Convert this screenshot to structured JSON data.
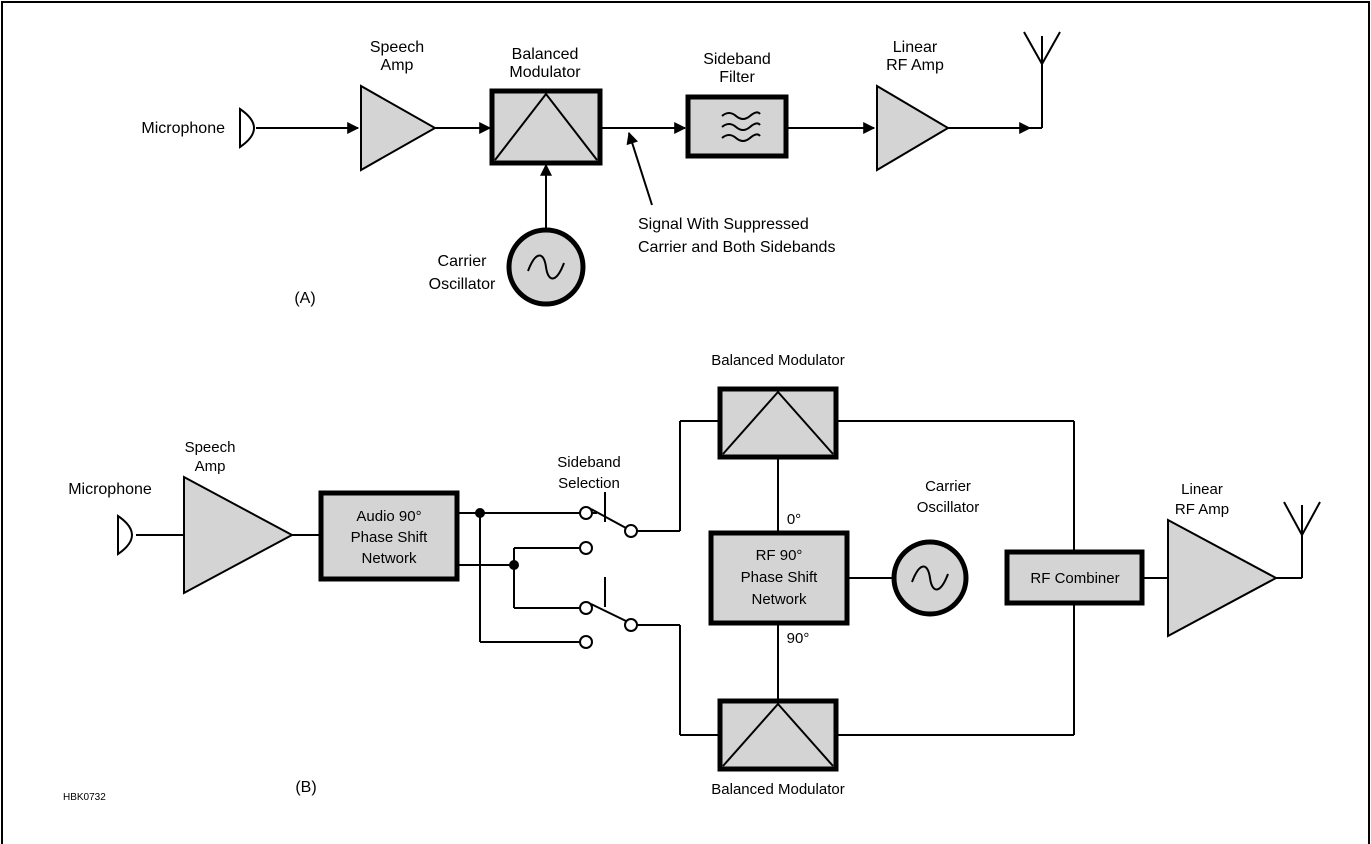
{
  "part_a": {
    "label": "(A)",
    "microphone": "Microphone",
    "speech_amp": [
      "Speech",
      "Amp"
    ],
    "balanced_modulator": [
      "Balanced",
      "Modulator"
    ],
    "sideband_filter": [
      "Sideband",
      "Filter"
    ],
    "linear_rf_amp": [
      "Linear",
      "RF Amp"
    ],
    "carrier_oscillator": [
      "Carrier",
      "Oscillator"
    ],
    "signal_note": [
      "Signal With Suppressed",
      "Carrier and Both Sidebands"
    ]
  },
  "part_b": {
    "label": "(B)",
    "figure_id": "HBK0732",
    "microphone": "Microphone",
    "speech_amp": [
      "Speech",
      "Amp"
    ],
    "audio_phase_network": [
      "Audio 90°",
      "Phase Shift",
      "Network"
    ],
    "sideband_selection": [
      "Sideband",
      "Selection"
    ],
    "balanced_modulator_top": "Balanced Modulator",
    "balanced_modulator_bottom": "Balanced Modulator",
    "rf_phase_network": [
      "RF 90°",
      "Phase Shift",
      "Network"
    ],
    "phase_0": "0°",
    "phase_90": "90°",
    "carrier_oscillator": [
      "Carrier",
      "Oscillator"
    ],
    "rf_combiner": "RF Combiner",
    "linear_rf_amp": [
      "Linear",
      "RF Amp"
    ]
  },
  "colors": {
    "block_fill": "#d4d4d4",
    "stroke": "#000000",
    "background": "#ffffff"
  }
}
